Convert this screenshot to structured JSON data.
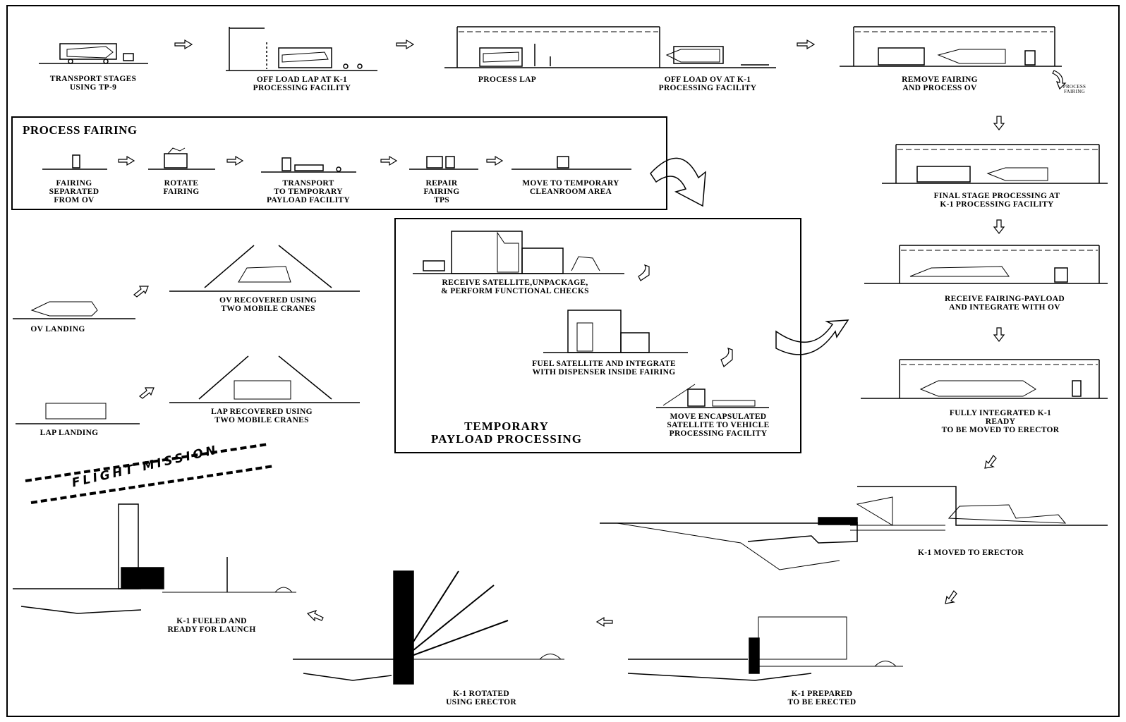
{
  "diagram": {
    "top_row": [
      {
        "id": "transport",
        "label": "TRANSPORT STAGES\nUSING TP-9"
      },
      {
        "id": "offload-lap",
        "label": "OFF LOAD LAP AT K-1\nPROCESSING FACILITY"
      },
      {
        "id": "process-lap",
        "label": "PROCESS LAP"
      },
      {
        "id": "offload-ov",
        "label": "OFF LOAD OV AT K-1\nPROCESSING FACILITY"
      },
      {
        "id": "remove-fairing",
        "label": "REMOVE FAIRING\nAND PROCESS OV"
      },
      {
        "id": "process-fairing-note",
        "label": "PROCESS\nFAIRING"
      }
    ],
    "process_fairing": {
      "title": "PROCESS FAIRING",
      "steps": [
        {
          "id": "separated",
          "label": "FAIRING\nSEPARATED\nFROM OV"
        },
        {
          "id": "rotate",
          "label": "ROTATE\nFAIRING"
        },
        {
          "id": "transport-temp",
          "label": "TRANSPORT\nTO TEMPORARY\nPAYLOAD FACILITY"
        },
        {
          "id": "repair",
          "label": "REPAIR\nFAIRING\nTPS"
        },
        {
          "id": "move-cleanroom",
          "label": "MOVE TO TEMPORARY\nCLEANROOM AREA"
        }
      ]
    },
    "payload": {
      "title": "TEMPORARY\nPAYLOAD PROCESSING",
      "steps": [
        {
          "id": "receive-sat",
          "label": "RECEIVE SATELLITE,UNPACKAGE,\n& PERFORM FUNCTIONAL CHECKS"
        },
        {
          "id": "fuel-sat",
          "label": "FUEL SATELLITE AND INTEGRATE\nWITH DISPENSER INSIDE FAIRING"
        },
        {
          "id": "move-encap",
          "label": "MOVE ENCAPSULATED\nSATELLITE TO VEHICLE\nPROCESSING FACILITY"
        }
      ]
    },
    "right_column": [
      {
        "id": "final-stage",
        "label": "FINAL STAGE PROCESSING AT\nK-1 PROCESSING FACILITY"
      },
      {
        "id": "receive-fairing",
        "label": "RECEIVE FAIRING-PAYLOAD\nAND INTEGRATE WITH OV"
      },
      {
        "id": "fully-integrated",
        "label": "FULLY INTEGRATED K-1 READY\nTO BE MOVED TO ERECTOR"
      }
    ],
    "recovery": [
      {
        "id": "ov-landing",
        "label": "OV LANDING"
      },
      {
        "id": "ov-recovered",
        "label": "OV RECOVERED USING\nTWO MOBILE CRANES"
      },
      {
        "id": "lap-landing",
        "label": "LAP LANDING"
      },
      {
        "id": "lap-recovered",
        "label": "LAP RECOVERED USING\nTWO MOBILE CRANES"
      }
    ],
    "flight_mission": "FLIGHT MISSION",
    "bottom": [
      {
        "id": "moved-erector",
        "label": "K-1 MOVED TO ERECTOR"
      },
      {
        "id": "prepared",
        "label": "K-1 PREPARED\nTO BE ERECTED"
      },
      {
        "id": "rotated",
        "label": "K-1 ROTATED\nUSING ERECTOR"
      },
      {
        "id": "fueled",
        "label": "K-1 FUELED AND\nREADY FOR LAUNCH"
      }
    ]
  }
}
